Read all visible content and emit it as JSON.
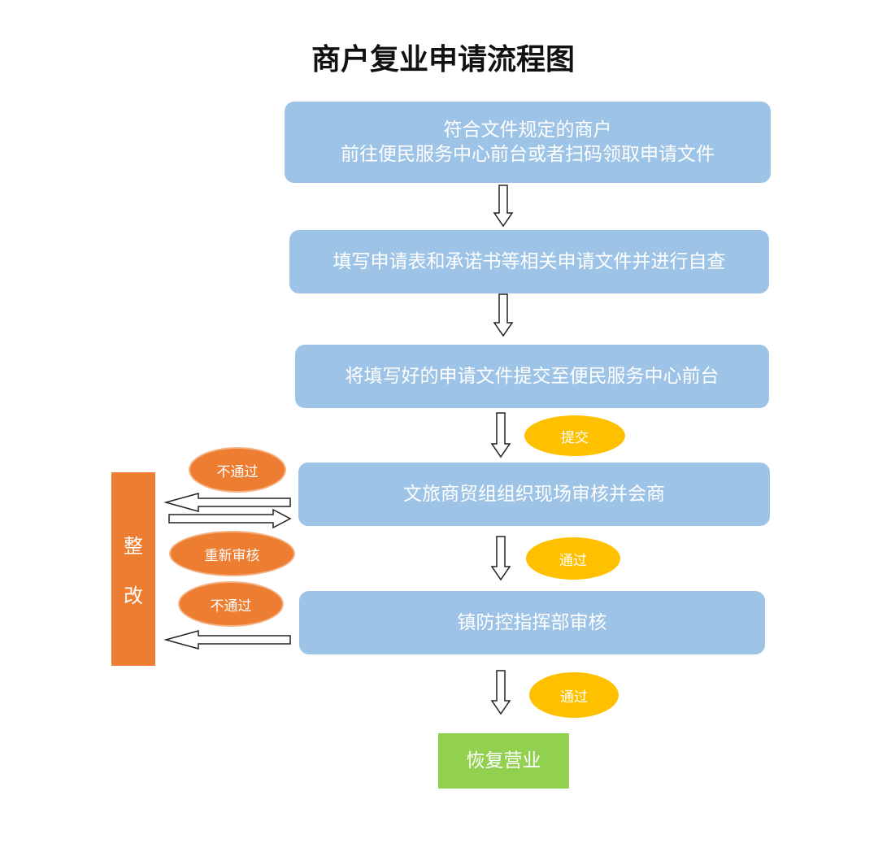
{
  "title": "商户复业申请流程图",
  "steps": [
    {
      "line1": "符合文件规定的商户",
      "line2": "前往便民服务中心前台或者扫码领取申请文件"
    },
    {
      "line1": "填写申请表和承诺书等相关申请文件并进行自查"
    },
    {
      "line1": "将填写好的申请文件提交至便民服务中心前台"
    },
    {
      "line1": "文旅商贸组组织现场审核并会商"
    },
    {
      "line1": "镇防控指挥部审核"
    }
  ],
  "final": "恢复营业",
  "rectify": {
    "char1": "整",
    "char2": "改"
  },
  "labels": {
    "submit": "提交",
    "pass1": "通过",
    "pass2": "通过",
    "fail1": "不通过",
    "recheck": "重新审核",
    "fail2": "不通过"
  },
  "colors": {
    "step": "#9dc3e6",
    "final": "#92d050",
    "rectify": "#ed7d31",
    "label_yes": "#ffc000"
  }
}
